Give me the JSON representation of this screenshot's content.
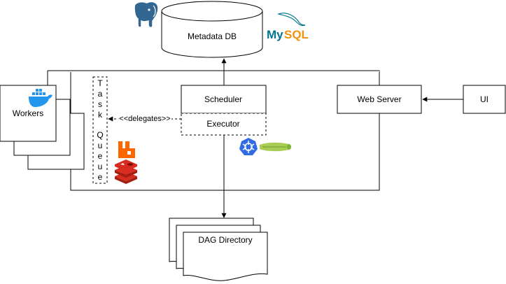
{
  "nodes": {
    "metadata_db": "Metadata DB",
    "workers": "Workers",
    "scheduler": "Scheduler",
    "executor": "Executor",
    "web_server": "Web Server",
    "ui": "UI",
    "dag_directory": "DAG Directory"
  },
  "edges": {
    "delegates": "<<delegates>>"
  },
  "task_queue": {
    "word1": [
      "T",
      "a",
      "s",
      "k"
    ],
    "word2": [
      "Q",
      "u",
      "e",
      "u",
      "e"
    ]
  },
  "logos": {
    "mysql": "MySQL",
    "postgres": "postgresql-elephant-icon",
    "docker": "docker-whale-icon",
    "rabbitmq": "rabbitmq-icon",
    "redis": "redis-icon",
    "kubernetes": "kubernetes-icon",
    "celery": "celery-icon"
  },
  "colors": {
    "postgres": "#336791",
    "mysql_blue": "#00758F",
    "mysql_orange": "#F29111",
    "docker": "#2496ED",
    "rabbitmq": "#FF6600",
    "redis": "#D82C20",
    "kubernetes": "#326CE5",
    "celery": "#A9CC54"
  }
}
